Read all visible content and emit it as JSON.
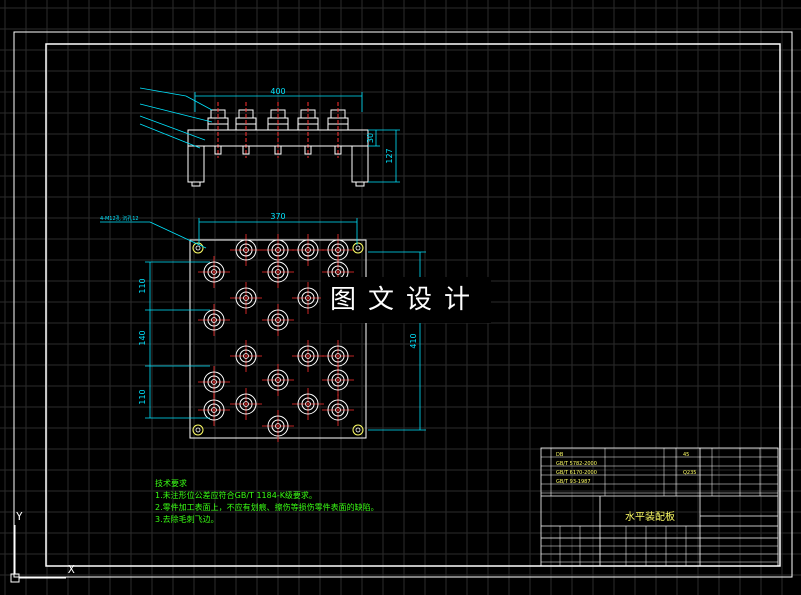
{
  "watermark": "图文设计",
  "dimensions": {
    "top_width": "400",
    "top_height_small": "30",
    "top_height_total": "127",
    "plan_width": "370",
    "plan_height": "410",
    "pitch_1": "110",
    "pitch_2": "140",
    "pitch_3": "110"
  },
  "leader_label": "4-M12孔 沉孔12",
  "technical_requirements": {
    "heading": "技术要求",
    "items": [
      "1.未注形位公差应符合GB/T 1184-K级要求。",
      "2.零件加工表面上，不应有划痕、擦伤等损伤零件表面的缺陷。",
      "3.去除毛刺飞边。"
    ]
  },
  "title_block": {
    "drawing_title": "水平装配板",
    "cells": [
      "DB",
      "GB/T 5782-2000",
      "GB/T 6170-2000",
      "GB/T 93-1987",
      "Q235",
      "45"
    ]
  },
  "ucs": {
    "y_label": "Y",
    "x_label": "X"
  },
  "colors": {
    "background": "#000000",
    "border": "#ffffff",
    "grid": "#2a2a2a",
    "dimension": "#00e5ff",
    "centerline": "#ff3030",
    "text_green": "#39ff14",
    "title_yellow": "#ffff66"
  }
}
